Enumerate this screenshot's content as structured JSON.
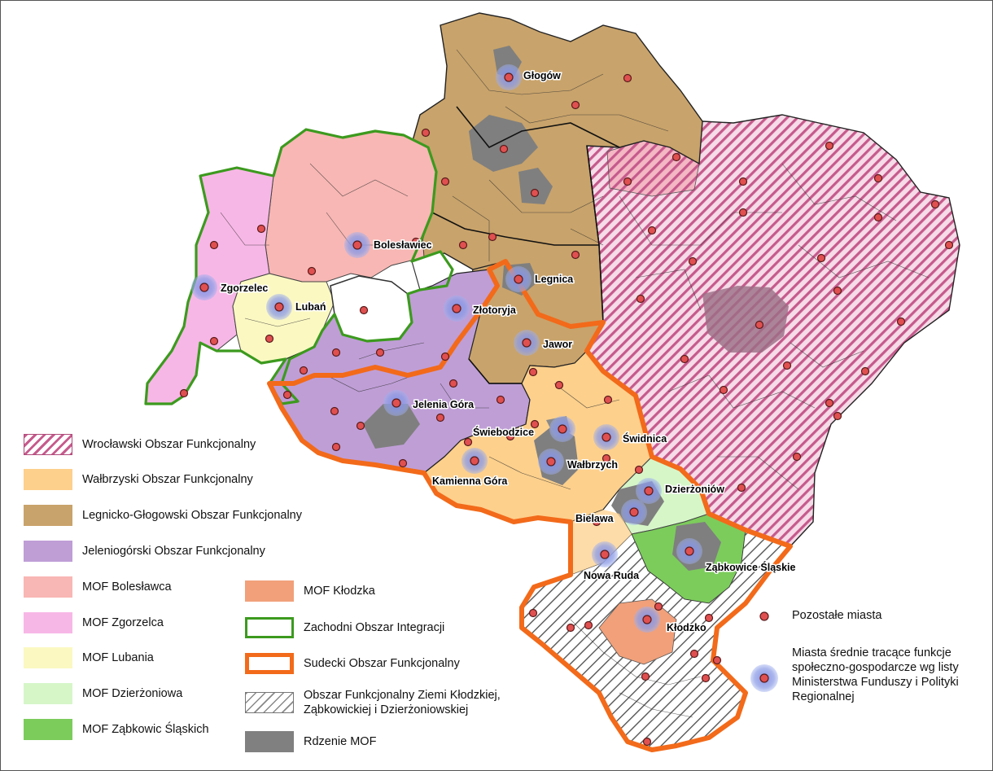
{
  "map": {
    "cities_medium": [
      {
        "name": "Głogów"
      },
      {
        "name": "Bolesławiec"
      },
      {
        "name": "Zgorzelec"
      },
      {
        "name": "Lubań"
      },
      {
        "name": "Złotoryja"
      },
      {
        "name": "Legnica"
      },
      {
        "name": "Jawor"
      },
      {
        "name": "Jelenia Góra"
      },
      {
        "name": "Świebodzice"
      },
      {
        "name": "Kamienna Góra"
      },
      {
        "name": "Wałbrzych"
      },
      {
        "name": "Świdnica"
      },
      {
        "name": "Dzierżoniów"
      },
      {
        "name": "Bielawa"
      },
      {
        "name": "Nowa Ruda"
      },
      {
        "name": "Ząbkowice Śląskie"
      },
      {
        "name": "Kłodzko"
      }
    ]
  },
  "legend": {
    "items": [
      {
        "id": "wroclaw",
        "label": "Wrocławski Obszar Funkcjonalny",
        "color": "#c65a8c",
        "style": "hatch"
      },
      {
        "id": "walbrzych",
        "label": "Wałbrzyski Obszar Funkcjonalny",
        "color": "#fdd08c",
        "style": "fill"
      },
      {
        "id": "legnica",
        "label": "Legnicko-Głogowski Obszar Funkcjonalny",
        "color": "#c8a36b",
        "style": "fill"
      },
      {
        "id": "jelenia",
        "label": "Jeleniogórski Obszar Funkcjonalny",
        "color": "#bf9ed6",
        "style": "fill"
      },
      {
        "id": "mof-boleslawiec",
        "label": "MOF Bolesławca",
        "color": "#f8b7b4",
        "style": "fill"
      },
      {
        "id": "mof-zgorzelec",
        "label": "MOF Zgorzelca",
        "color": "#f7b7e6",
        "style": "fill"
      },
      {
        "id": "mof-luban",
        "label": "MOF Lubania",
        "color": "#fbf8c2",
        "style": "fill"
      },
      {
        "id": "mof-dzierzoniow",
        "label": "MOF Dzierżoniowa",
        "color": "#d6f6c8",
        "style": "fill"
      },
      {
        "id": "mof-zabkowice",
        "label": "MOF Ząbkowic Śląskich",
        "color": "#7ccc5c",
        "style": "fill"
      },
      {
        "id": "mof-klodzko",
        "label": "MOF Kłodzka",
        "color": "#f1a07a",
        "style": "fill"
      },
      {
        "id": "zachodni",
        "label": "Zachodni Obszar Integracji",
        "color": "#3c9a1e",
        "style": "outline"
      },
      {
        "id": "sudecki",
        "label": "Sudecki Obszar Funkcjonalny",
        "color": "#f26a1a",
        "style": "outline"
      },
      {
        "id": "klodzka",
        "label": "Obszar Funkcjonalny Ziemi Kłodzkiej, Ząbkowickiej i Dzierżoniowskiej",
        "label_line1": "Obszar Funkcjonalny Ziemi Kłodzkiej,",
        "label_line2": "Ząbkowickiej i Dzierżoniowskiej",
        "color": "#888888",
        "style": "hatch"
      },
      {
        "id": "rdzenie",
        "label": "Rdzenie MOF",
        "color": "#808080",
        "style": "fill"
      }
    ],
    "other_towns": "Pozostałe miasta",
    "medium_cities_line1": "Miasta średnie tracące funkcje",
    "medium_cities_line2": "społeczno-gospodarcze wg listy",
    "medium_cities_line3": "Ministerstwa Funduszy i Polityki",
    "medium_cities_line4": "Regionalnej",
    "colors": {
      "town_dot": "#e05050",
      "medium_halo": "#8f9ee6"
    }
  }
}
